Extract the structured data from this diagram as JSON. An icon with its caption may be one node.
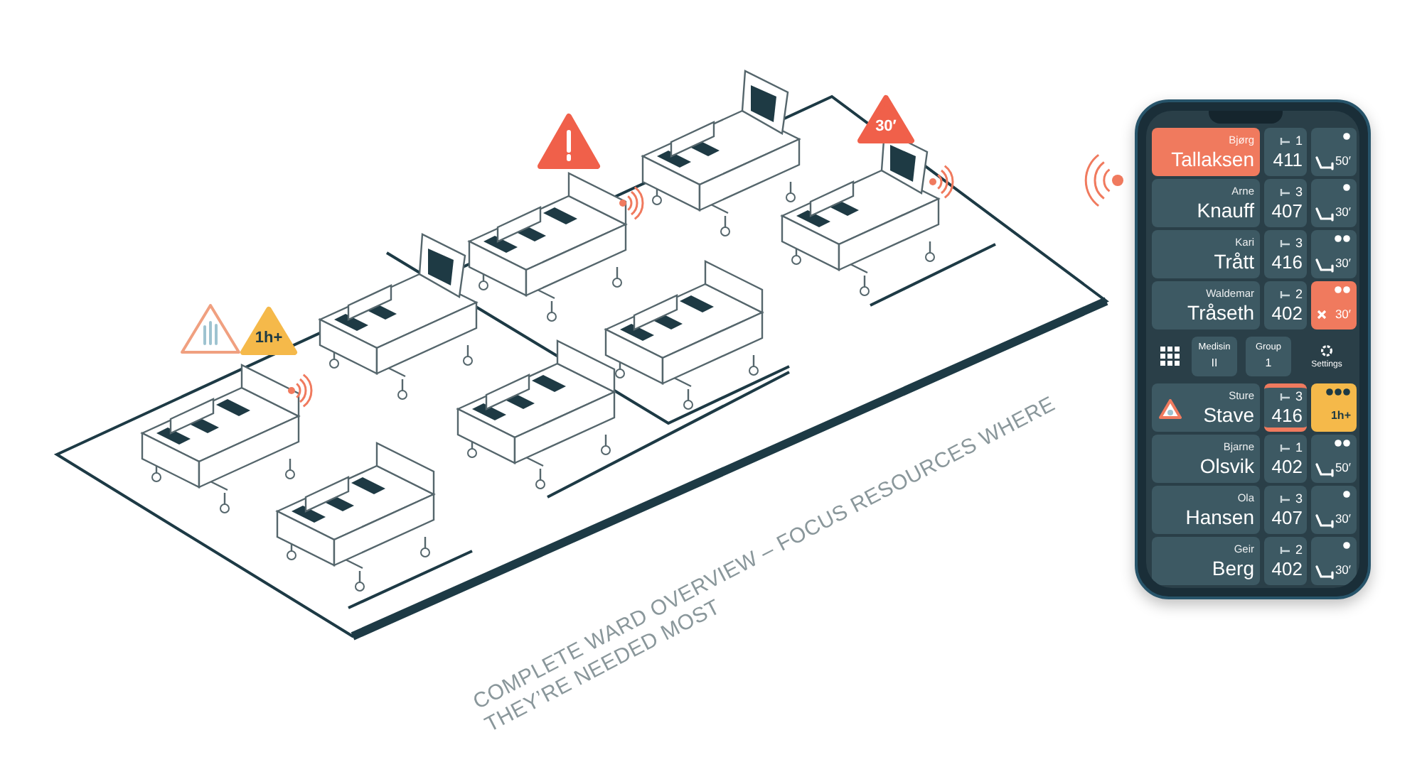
{
  "diagram": {
    "caption": "COMPLETE WARD OVERVIEW – FOCUS RESOURCES WHERE THEY’RE NEEDED MOST",
    "nodes": [
      {
        "text": [
          "1h+"
        ]
      },
      {
        "text": [
          "30′"
        ]
      },
      {
        "text": [
          "Bjørg",
          "Tallaksen"
        ]
      },
      {
        "text": [
          "1",
          "411"
        ]
      },
      {
        "text": [
          "50′"
        ]
      },
      {
        "text": [
          "Arne",
          "Knauff"
        ]
      },
      {
        "text": [
          "3",
          "407"
        ]
      },
      {
        "text": [
          "30′"
        ]
      },
      {
        "text": [
          "Kari",
          "Trått"
        ]
      },
      {
        "text": [
          "3",
          "416"
        ]
      },
      {
        "text": [
          "30′"
        ]
      },
      {
        "text": [
          "Waldemar",
          "Tråseth"
        ]
      },
      {
        "text": [
          "2",
          "402"
        ]
      },
      {
        "text": [
          "30′"
        ]
      },
      {
        "text": [
          "Medisin",
          "II"
        ]
      },
      {
        "text": [
          "Group",
          "1"
        ]
      },
      {
        "text": [
          "Settings"
        ]
      },
      {
        "text": [
          "Sture",
          "Stave"
        ]
      },
      {
        "text": [
          "3",
          "416"
        ]
      },
      {
        "text": [
          "1h+"
        ]
      },
      {
        "text": [
          "Bjarne",
          "Olsvik"
        ]
      },
      {
        "text": [
          "1",
          "402"
        ]
      },
      {
        "text": [
          "50′"
        ]
      },
      {
        "text": [
          "Ola",
          "Hansen"
        ]
      },
      {
        "text": [
          "3",
          "407"
        ]
      },
      {
        "text": [
          "30′"
        ]
      },
      {
        "text": [
          "Geir",
          "Berg"
        ]
      },
      {
        "text": [
          "2",
          "402"
        ]
      },
      {
        "text": [
          "30′"
        ]
      }
    ]
  }
}
